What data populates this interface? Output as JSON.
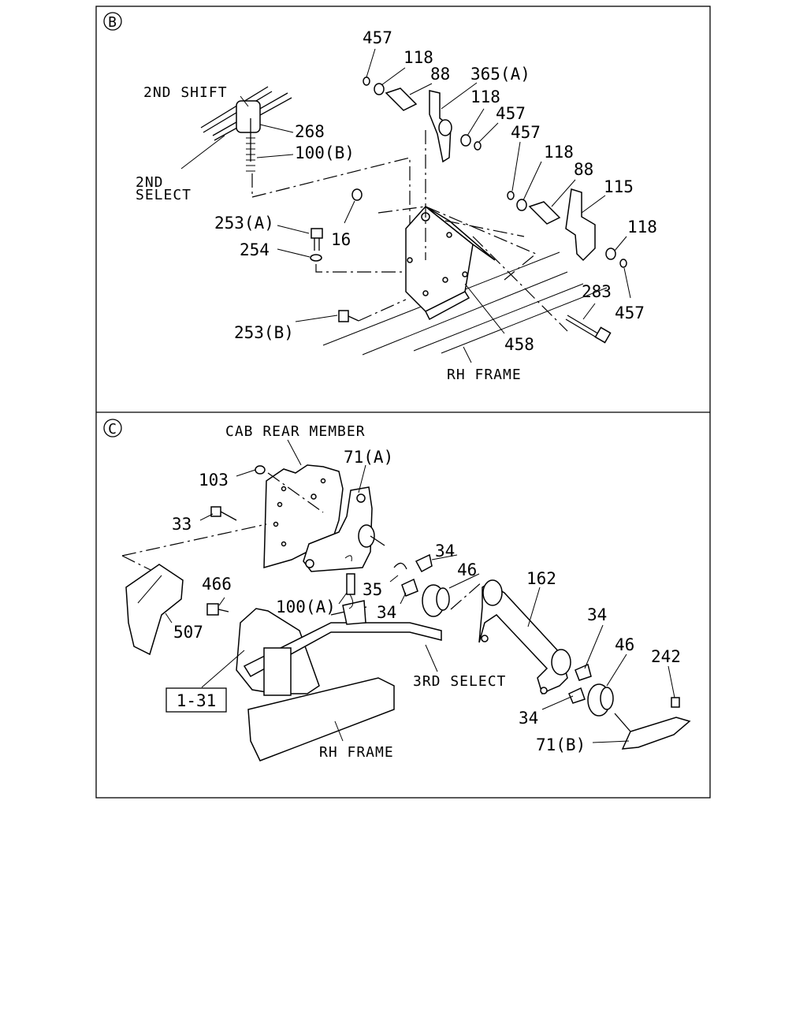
{
  "panel_b": {
    "badge": "B",
    "labels": {
      "shift2": "2ND SHIFT",
      "select2_a": "2ND",
      "select2_b": "SELECT",
      "rh_frame": "RH FRAME",
      "p457a": "457",
      "p118a": "118",
      "p88a": "88",
      "p365a": "365(A)",
      "p118b": "118",
      "p457b": "457",
      "p457c": "457",
      "p118c": "118",
      "p88b": "88",
      "p115": "115",
      "p118d": "118",
      "p268": "268",
      "p100b": "100(B)",
      "p253a": "253(A)",
      "p16": "16",
      "p254": "254",
      "p283": "283",
      "p457d": "457",
      "p253b": "253(B)",
      "p458": "458"
    }
  },
  "panel_c": {
    "badge": "C",
    "labels": {
      "cab_rear": "CAB REAR MEMBER",
      "p71a": "71(A)",
      "p103": "103",
      "p33": "33",
      "p34a": "34",
      "p46a": "46",
      "p162": "162",
      "p466": "466",
      "p35": "35",
      "p100a": "100(A)",
      "p34b": "34",
      "p507": "507",
      "p34c": "34",
      "p46b": "46",
      "p242": "242",
      "select3": "3RD SELECT",
      "ref131": "1-31",
      "p34d": "34",
      "p71b": "71(B)",
      "rh_frame": "RH FRAME"
    }
  }
}
